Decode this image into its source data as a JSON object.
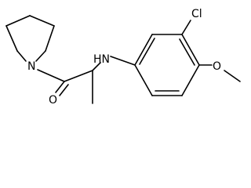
{
  "molecule": {
    "atoms": {
      "chlorine": "Cl",
      "oxygen_methoxy": "O",
      "nitrogen_amine": "HN",
      "nitrogen_ring": "N",
      "oxygen_carbonyl": "O"
    }
  }
}
